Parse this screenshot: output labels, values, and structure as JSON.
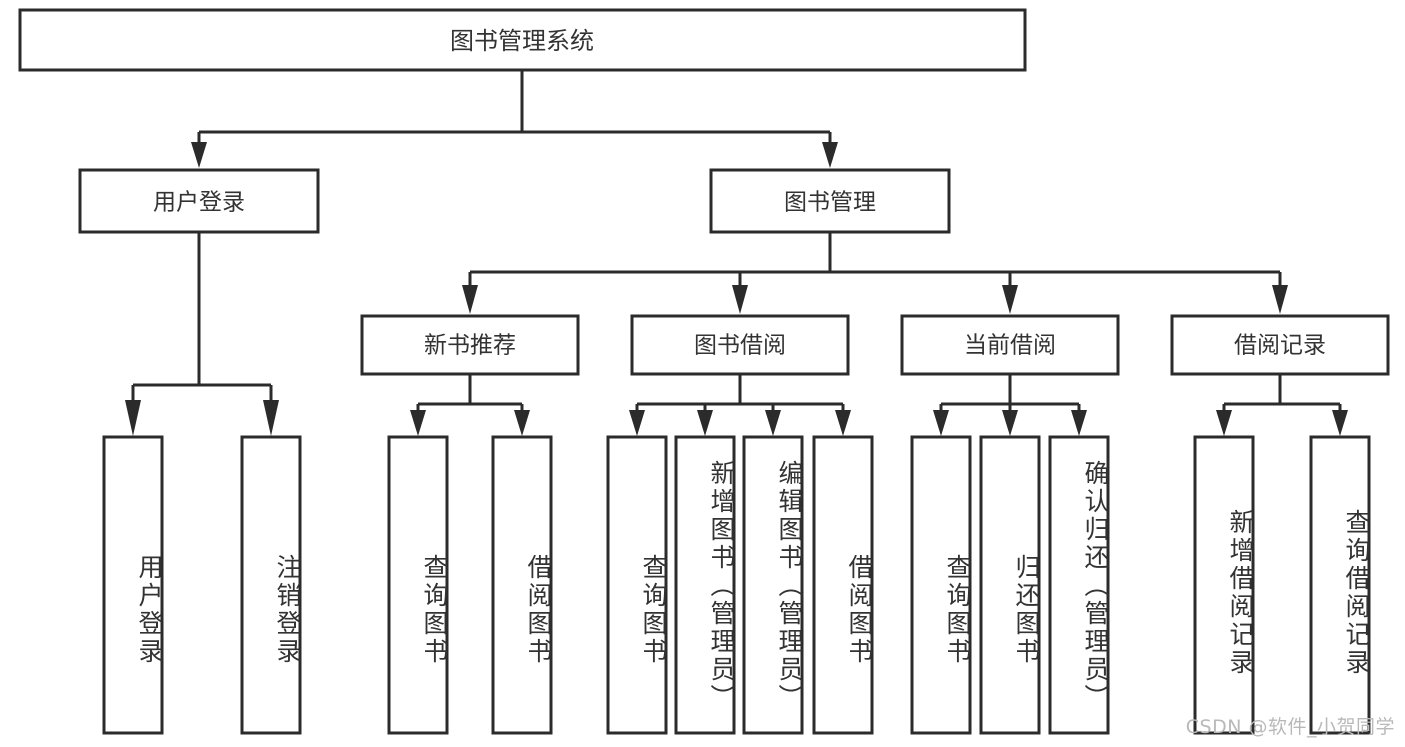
{
  "diagram": {
    "title": "图书管理系统",
    "type": "tree-hierarchy-chart",
    "watermark": "CSDN @软件_小贺同学",
    "colors": {
      "border": "#2b2b2b",
      "fill": "#ffffff",
      "text": "#333333",
      "watermark": "#b9b9b9"
    },
    "root": {
      "label": "图书管理系统"
    },
    "level2": [
      {
        "label": "用户登录"
      },
      {
        "label": "图书管理"
      }
    ],
    "level3": [
      {
        "label": "新书推荐"
      },
      {
        "label": "图书借阅"
      },
      {
        "label": "当前借阅"
      },
      {
        "label": "借阅记录"
      }
    ],
    "leaves": {
      "user_login": [
        {
          "label": "用户登录"
        },
        {
          "label": "注销登录"
        }
      ],
      "new_book_recommend": [
        {
          "label": "查询图书"
        },
        {
          "label": "借阅图书"
        }
      ],
      "book_borrow": [
        {
          "label": "查询图书"
        },
        {
          "label": "新增图书（管理员）"
        },
        {
          "label": "编辑图书（管理员）"
        },
        {
          "label": "借阅图书"
        }
      ],
      "current_borrow": [
        {
          "label": "查询图书"
        },
        {
          "label": "归还图书"
        },
        {
          "label": "确认归还（管理员）"
        }
      ],
      "borrow_record": [
        {
          "label": "新增借阅记录"
        },
        {
          "label": "查询借阅记录"
        }
      ]
    }
  }
}
